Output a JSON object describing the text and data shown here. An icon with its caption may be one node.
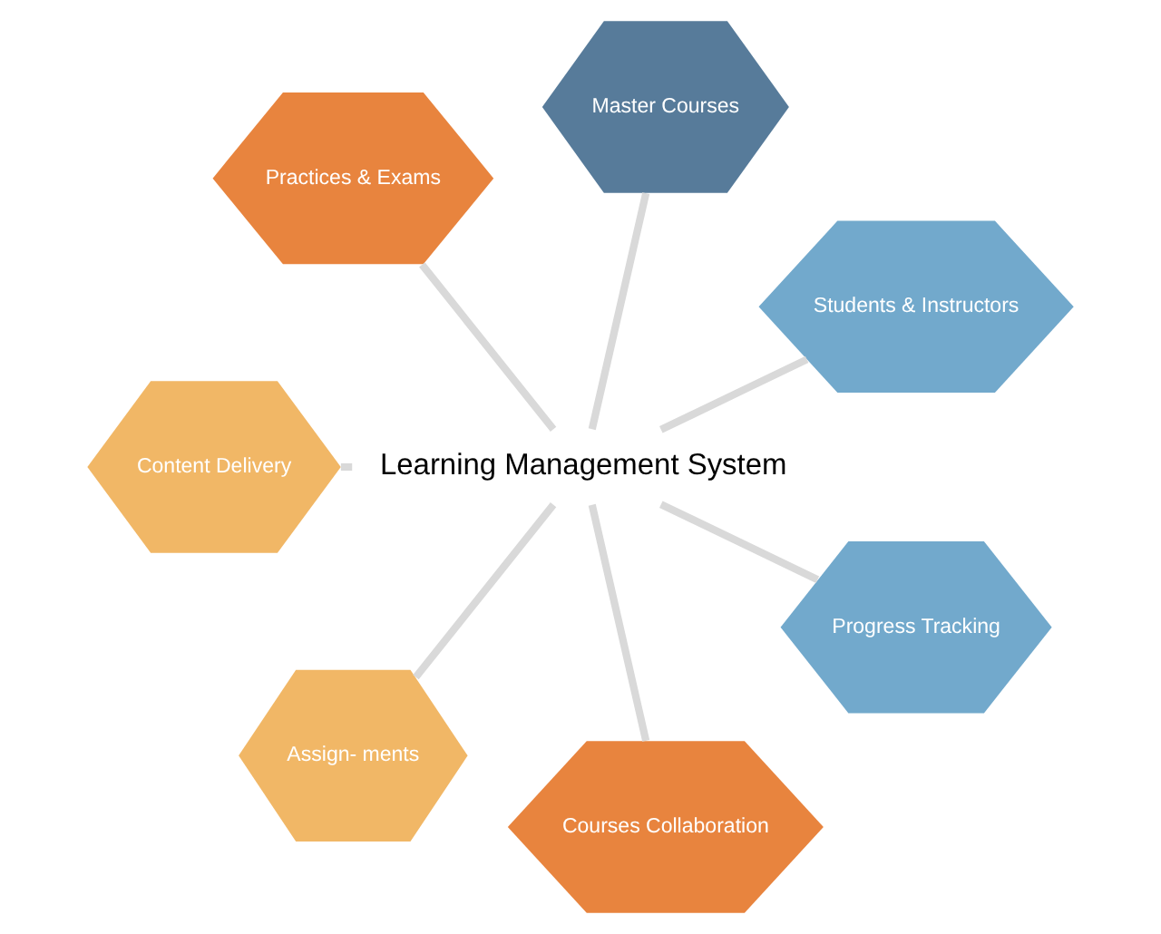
{
  "diagram": {
    "nodes": [
      {
        "text": [
          "Students & Instructors"
        ]
      },
      {
        "text": [
          "Master Courses"
        ]
      },
      {
        "text": [
          "Practices & Exams"
        ]
      },
      {
        "text": [
          "Learning Management System"
        ]
      },
      {
        "text": [
          "Content Delivery"
        ]
      },
      {
        "text": [
          "Assign- ments"
        ]
      },
      {
        "text": [
          "Courses Collaboration"
        ]
      },
      {
        "text": [
          "Progress Tracking"
        ]
      }
    ],
    "edges": [
      {
        "from": 3,
        "to": 0,
        "arrow": "none"
      },
      {
        "from": 3,
        "to": 1,
        "arrow": "none"
      },
      {
        "from": 3,
        "to": 2,
        "arrow": "none"
      },
      {
        "from": 3,
        "to": 4,
        "arrow": "none"
      },
      {
        "from": 3,
        "to": 5,
        "arrow": "none"
      },
      {
        "from": 3,
        "to": 6,
        "arrow": "none"
      },
      {
        "from": 3,
        "to": 7,
        "arrow": "none"
      }
    ]
  }
}
